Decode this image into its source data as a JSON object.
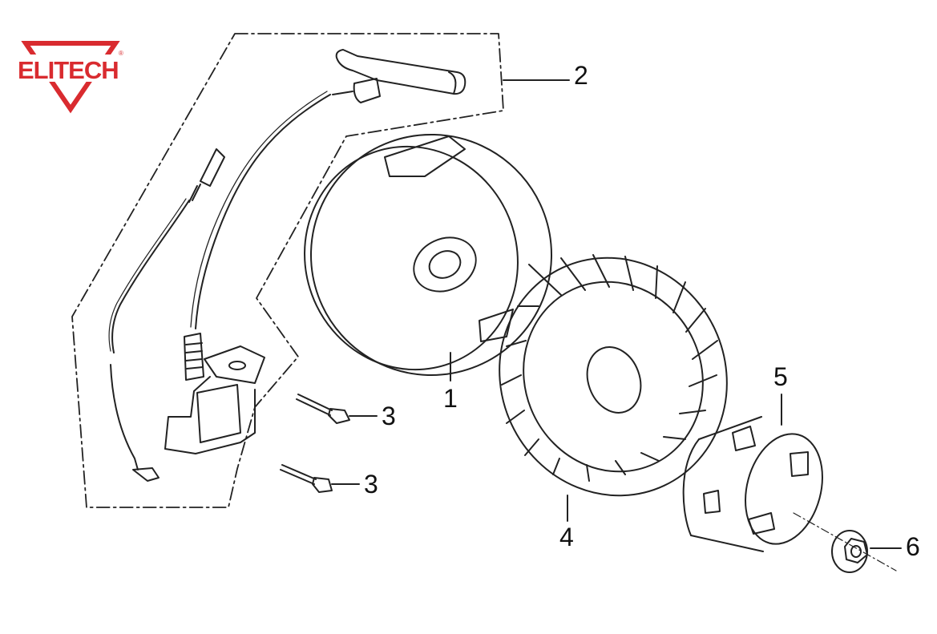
{
  "brand": {
    "name": "ELITECH",
    "registered_mark": "®",
    "color": "#d92b2f"
  },
  "diagram": {
    "line_color": "#222222",
    "callouts": [
      {
        "id": "1",
        "label": "1"
      },
      {
        "id": "2",
        "label": "2"
      },
      {
        "id": "3a",
        "label": "3"
      },
      {
        "id": "3b",
        "label": "3"
      },
      {
        "id": "4",
        "label": "4"
      },
      {
        "id": "5",
        "label": "5"
      },
      {
        "id": "6",
        "label": "6"
      }
    ]
  }
}
